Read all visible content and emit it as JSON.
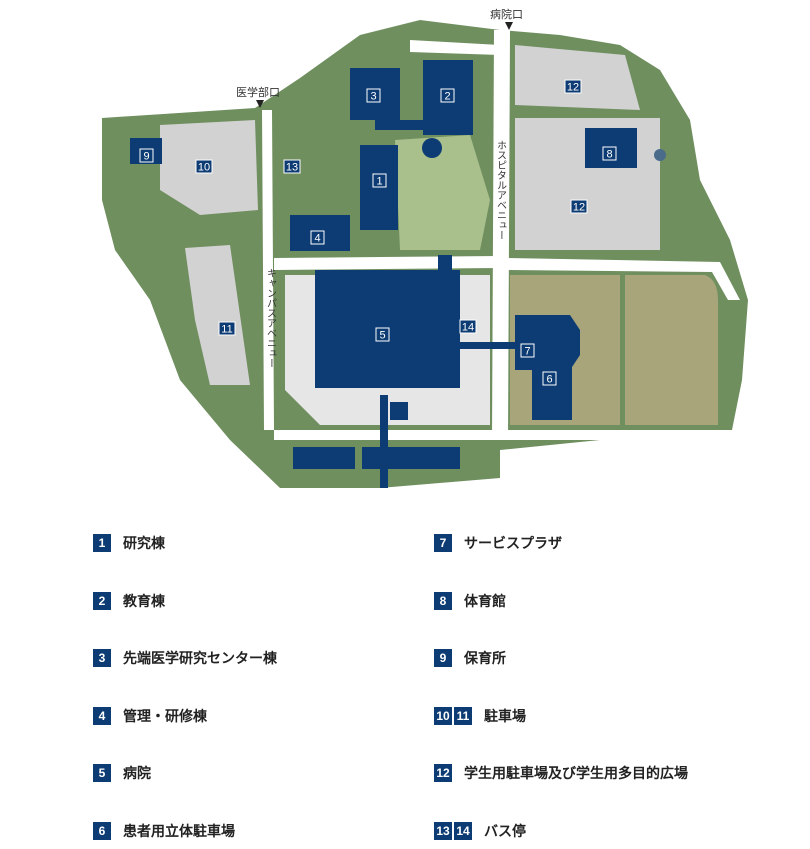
{
  "map": {
    "gates": {
      "hospital_gate": "病院口",
      "medical_gate": "医学部口"
    },
    "roads": {
      "hospital_avenue": "ホスピタルアベニュー",
      "campus_avenue": "キャンパスアベニュー"
    },
    "building_numbers": [
      "1",
      "2",
      "3",
      "4",
      "5",
      "6",
      "7",
      "8",
      "9",
      "10",
      "11",
      "12",
      "13",
      "14"
    ],
    "colors": {
      "building": "#0d3b73",
      "green": "#6f8f5f",
      "lawn": "#a9bf8c",
      "field": "#a8a57a",
      "parking": "#d2d2d2",
      "road": "#ffffff"
    }
  },
  "legend": {
    "left": [
      {
        "badges": [
          "1"
        ],
        "label": "研究棟"
      },
      {
        "badges": [
          "2"
        ],
        "label": "教育棟"
      },
      {
        "badges": [
          "3"
        ],
        "label": "先端医学研究センター棟"
      },
      {
        "badges": [
          "4"
        ],
        "label": "管理・研修棟"
      },
      {
        "badges": [
          "5"
        ],
        "label": "病院"
      },
      {
        "badges": [
          "6"
        ],
        "label": "患者用立体駐車場"
      }
    ],
    "right": [
      {
        "badges": [
          "7"
        ],
        "label": "サービスプラザ"
      },
      {
        "badges": [
          "8"
        ],
        "label": "体育館"
      },
      {
        "badges": [
          "9"
        ],
        "label": "保育所"
      },
      {
        "badges": [
          "10",
          "11"
        ],
        "label": "駐車場"
      },
      {
        "badges": [
          "12"
        ],
        "label": "学生用駐車場及び学生用多目的広場"
      },
      {
        "badges": [
          "13",
          "14"
        ],
        "label": "バス停"
      }
    ]
  }
}
